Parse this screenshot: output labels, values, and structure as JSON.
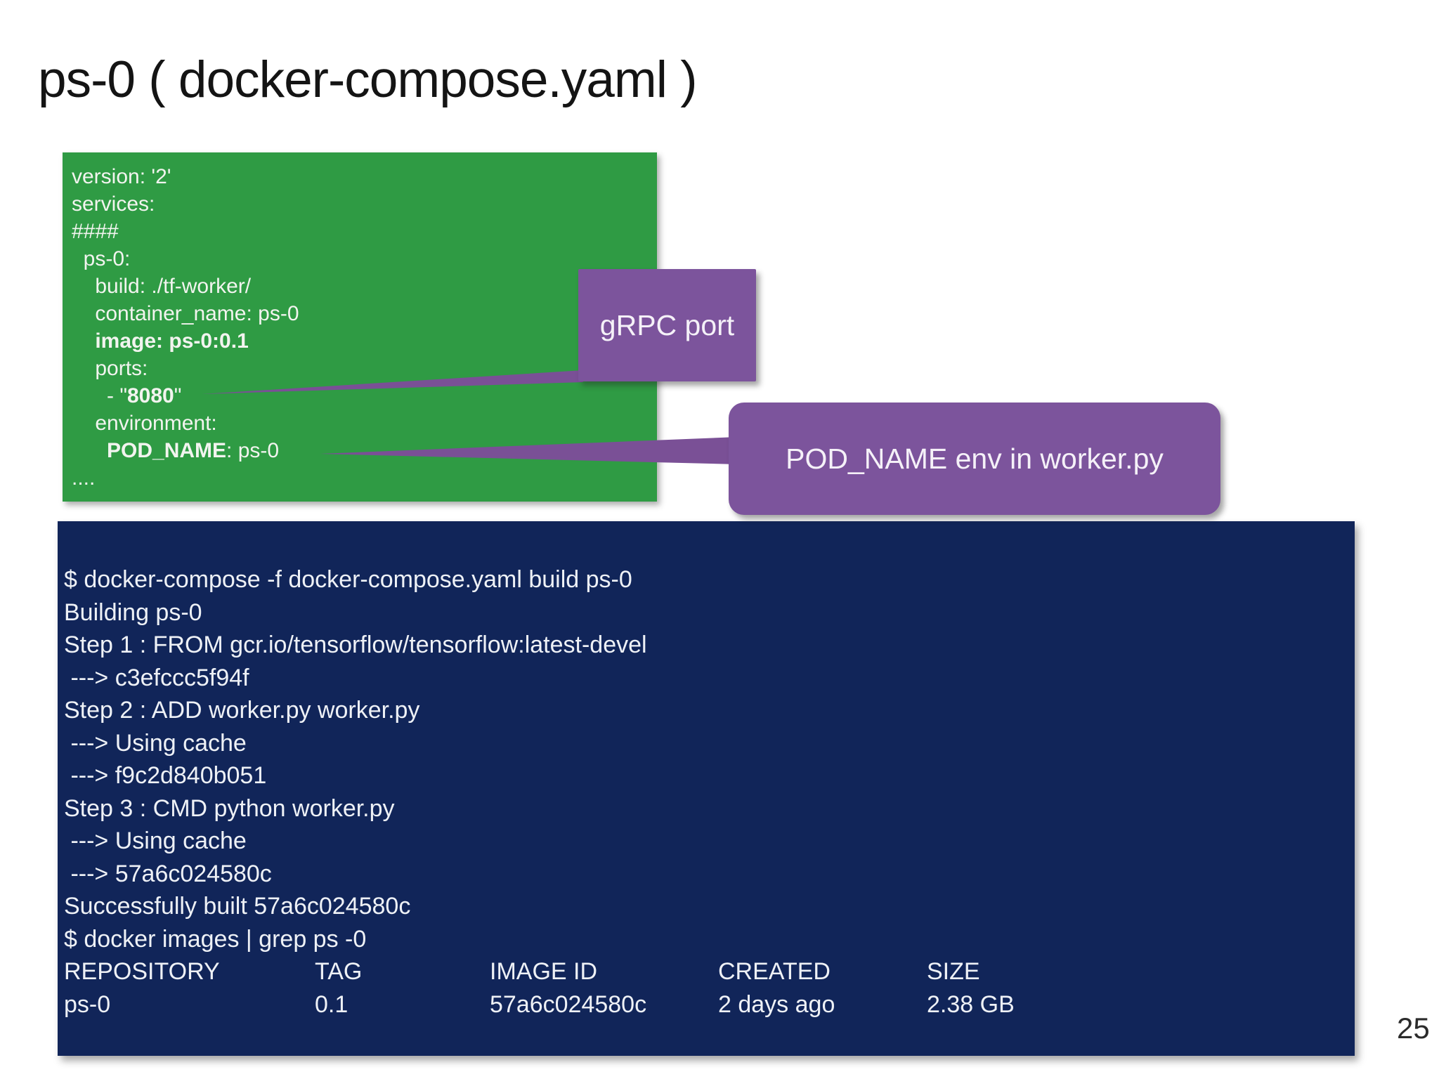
{
  "slide": {
    "title": "ps-0 ( docker-compose.yaml )",
    "page_number": "25"
  },
  "colors": {
    "green_box": "#2f9b44",
    "navy_box": "#112559",
    "callout_purple": "#7c549c",
    "wedge_purple": "#7a5096",
    "yaml_text": "#f2f4ef",
    "terminal_text": "#eef1f6",
    "title_text": "#141414"
  },
  "yaml_box": {
    "lines": [
      {
        "pre": "version: '2'"
      },
      {
        "pre": "services:"
      },
      {
        "pre": "####"
      },
      {
        "pre": "  ps-0:"
      },
      {
        "pre": "    build: ./tf-worker/"
      },
      {
        "pre": "    container_name: ps-0"
      },
      {
        "pre": "    ",
        "bold": "image: ps-0:0.1"
      },
      {
        "pre": "    ports:"
      },
      {
        "pre": "      - \"",
        "bold": "8080",
        "post": "\""
      },
      {
        "pre": "    environment:"
      },
      {
        "pre": "      ",
        "bold": "POD_NAME",
        "post": ": ps-0"
      },
      {
        "pre": "...."
      }
    ]
  },
  "callouts": {
    "grpc": {
      "label": "gRPC port"
    },
    "pod_name": {
      "label": "POD_NAME env in worker.py"
    }
  },
  "terminal": {
    "lines": [
      "$ docker-compose -f docker-compose.yaml build ps-0",
      "Building ps-0",
      "Step 1 : FROM gcr.io/tensorflow/tensorflow:latest-devel",
      " ---> c3efccc5f94f",
      "Step 2 : ADD worker.py worker.py",
      " ---> Using cache",
      " ---> f9c2d840b051",
      "Step 3 : CMD python worker.py",
      " ---> Using cache",
      " ---> 57a6c024580c",
      "Successfully built 57a6c024580c",
      "$ docker images | grep ps -0"
    ],
    "table": {
      "headers": [
        "REPOSITORY",
        "TAG",
        "IMAGE ID",
        "CREATED",
        "SIZE"
      ],
      "row": [
        "ps-0",
        "0.1",
        "57a6c024580c",
        "2 days ago",
        "2.38 GB"
      ]
    }
  }
}
